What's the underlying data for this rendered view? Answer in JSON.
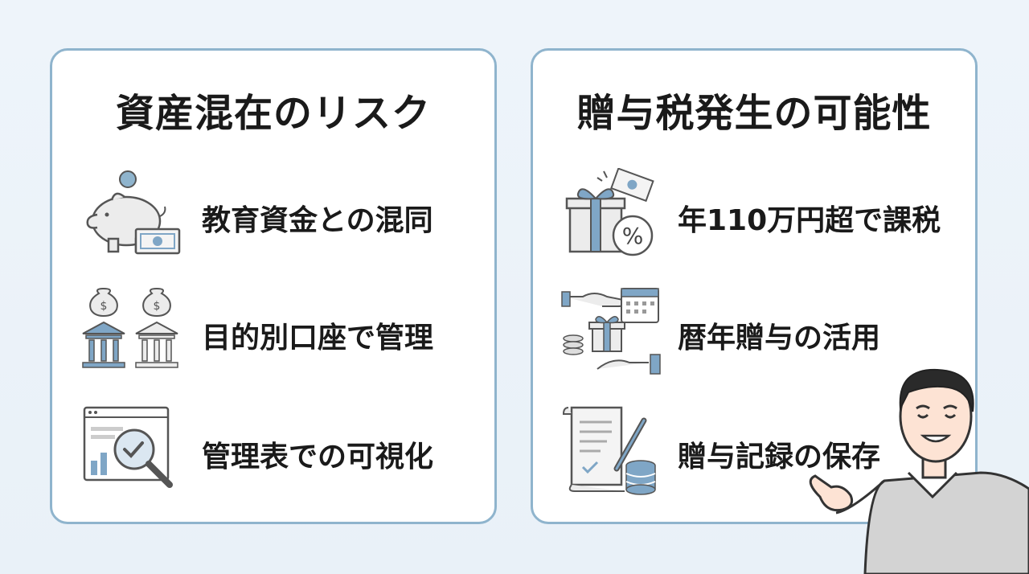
{
  "left_panel": {
    "title": "資産混在のリスク",
    "items": [
      {
        "label": "教育資金との混同",
        "icon": "piggy-bank-icon"
      },
      {
        "label": "目的別口座で管理",
        "icon": "bank-accounts-icon"
      },
      {
        "label": "管理表での可視化",
        "icon": "magnifier-chart-icon"
      }
    ]
  },
  "right_panel": {
    "title": "贈与税発生の可能性",
    "items": [
      {
        "label": "年110万円超で課税",
        "icon": "gift-tax-icon"
      },
      {
        "label": "暦年贈与の活用",
        "icon": "calendar-gift-icon"
      },
      {
        "label": "贈与記録の保存",
        "icon": "document-record-icon"
      }
    ]
  },
  "colors": {
    "border": "#8fb4cd",
    "accent": "#7fa6c6",
    "line": "#555555",
    "fill": "#e9e9e9"
  }
}
